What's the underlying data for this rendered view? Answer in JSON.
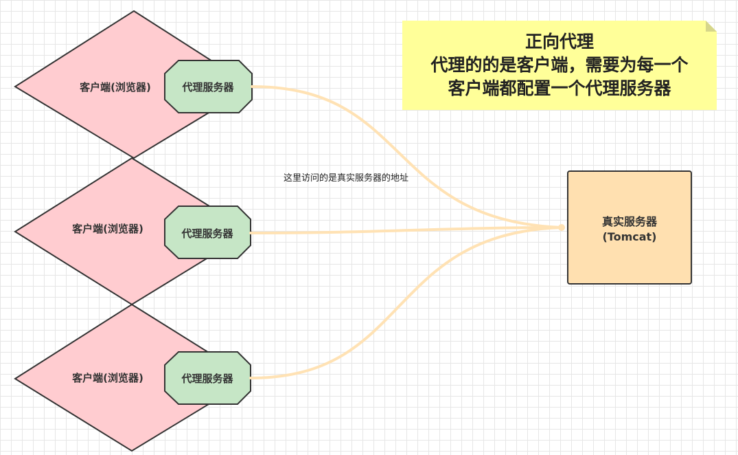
{
  "note": {
    "lines": [
      "正向代理",
      "代理的的是客户端，需要为每一个",
      "客户端都配置一个代理服务器"
    ]
  },
  "edge_label": "这里访问的是真实服务器的地址",
  "clients": [
    {
      "client_label": "客户端(浏览器)",
      "proxy_label": "代理服务器"
    },
    {
      "client_label": "客户端(浏览器)",
      "proxy_label": "代理服务器"
    },
    {
      "client_label": "客户端(浏览器)",
      "proxy_label": "代理服务器"
    }
  ],
  "server": {
    "line1": "真实服务器",
    "line2": "(Tomcat)"
  },
  "colors": {
    "diamond_fill": "#ffccd0",
    "proxy_fill": "#c6e6c6",
    "server_fill": "#ffe0b0",
    "connector": "#ffe2b4",
    "note_fill": "#ffff99",
    "stroke": "#333333"
  }
}
